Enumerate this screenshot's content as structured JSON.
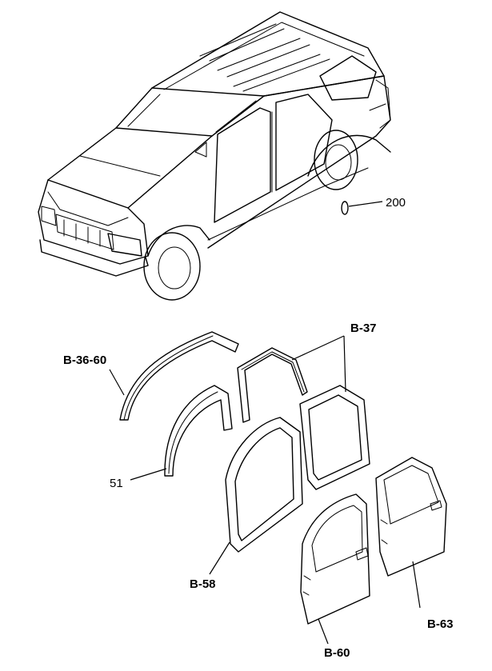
{
  "callouts": {
    "oring": "200",
    "roof_strip": "B-36-60",
    "rear_seals": "B-37",
    "wheel_arch": "51",
    "front_seal": "B-58",
    "front_door": "B-60",
    "rear_door": "B-63"
  }
}
